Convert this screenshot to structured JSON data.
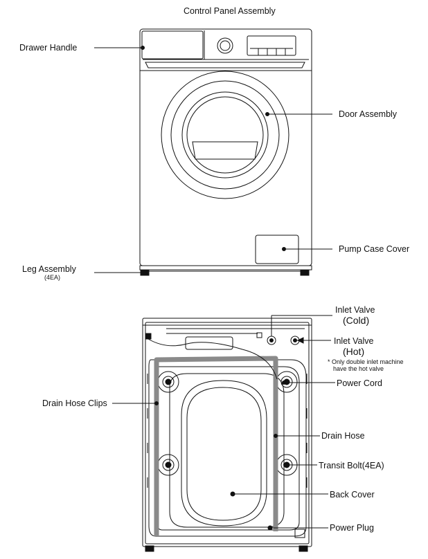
{
  "labels": {
    "control_panel": "Control Panel Assembly",
    "drawer_handle": "Drawer Handle",
    "door_assembly": "Door Assembly",
    "pump_case_cover": "Pump Case Cover",
    "leg_assembly": "Leg Assembly",
    "leg_assembly_qty": "(4EA)",
    "inlet_valve_1": "Inlet Valve",
    "cold": "(Cold)",
    "inlet_valve_2": "Inlet Valve",
    "hot": "(Hot)",
    "note_line1": "* Only double inlet machine",
    "note_line2": "have the hot valve",
    "power_cord": "Power Cord",
    "drain_hose_clips": "Drain Hose Clips",
    "drain_hose": "Drain Hose",
    "transit_bolt": "Transit Bolt(4EA)",
    "back_cover": "Back Cover",
    "power_plug": "Power Plug"
  },
  "colors": {
    "line": "#111111",
    "hose": "#8a8a8a",
    "background": "#ffffff"
  }
}
